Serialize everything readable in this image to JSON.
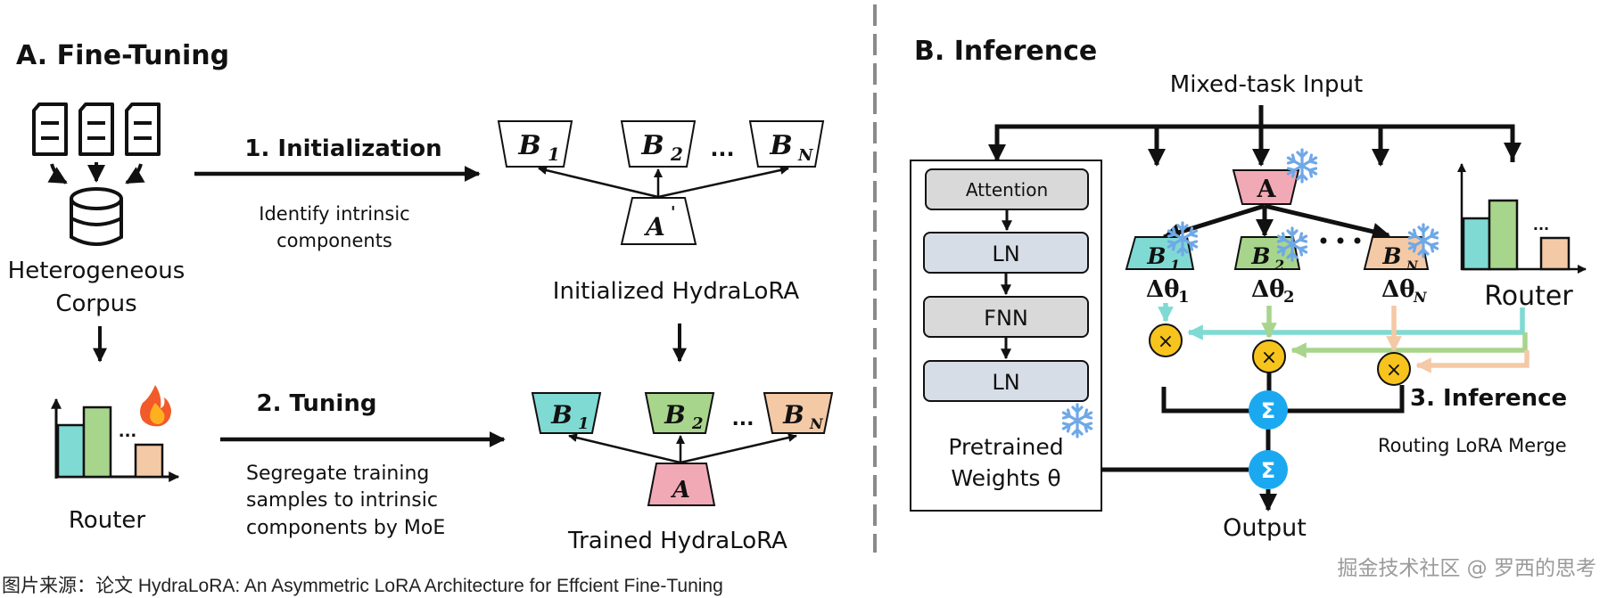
{
  "panel_a": {
    "title": "A. Fine-Tuning",
    "corpus_label_line1": "Heterogeneous",
    "corpus_label_line2": "Corpus",
    "router_label": "Router",
    "step1": {
      "title": "1. Initialization",
      "desc_line1": "Identify intrinsic",
      "desc_line2": "components"
    },
    "step2": {
      "title": "2. Tuning",
      "desc_line1": "Segregate training",
      "desc_line2": "samples to intrinsic",
      "desc_line3": "components by MoE"
    },
    "initialized": {
      "label": "Initialized HydraLoRA",
      "b1": "B",
      "b1_sub": "1",
      "b2": "B",
      "b2_sub": "2",
      "bn": "B",
      "bn_sub": "N",
      "ellipsis": "...",
      "a": "A",
      "a_prime": "'"
    },
    "trained": {
      "label": "Trained HydraLoRA",
      "b1": "B",
      "b1_sub": "1",
      "b2": "B",
      "b2_sub": "2",
      "bn": "B",
      "bn_sub": "N",
      "ellipsis": "...",
      "a": "A"
    },
    "router_ellipsis": "..."
  },
  "panel_b": {
    "title": "B. Inference",
    "input_label": "Mixed-task Input",
    "pretrained": {
      "attention": "Attention",
      "ln1": "LN",
      "fnn": "FNN",
      "ln2": "LN",
      "label_line1": "Pretrained",
      "label_line2": "Weights θ"
    },
    "a_label": "A",
    "b1": "B",
    "b1_sub": "1",
    "b2": "B",
    "b2_sub": "2",
    "bn": "B",
    "bn_sub": "N",
    "delta1": "Δθ",
    "delta1_sub": "1",
    "delta2": "Δθ",
    "delta2_sub": "2",
    "deltan": "Δθ",
    "deltan_sub": "N",
    "router_label": "Router",
    "router_ellipsis": "...",
    "multiply_symbol": "×",
    "sum_symbol": "Σ",
    "step3_title": "3. Inference",
    "step3_desc": "Routing LoRA Merge",
    "output_label": "Output"
  },
  "colors": {
    "teal": "#7fdad3",
    "green": "#a8d58c",
    "peach": "#f4c9a5",
    "pink": "#f2a9b6",
    "gold": "#f7c31d",
    "sigma_blue": "#1aa9f0",
    "snow": "#6fa8e6",
    "module_gray": "#d9d9d9",
    "module_blue_gray": "#d6dde6",
    "divider": "#8a8a8a"
  },
  "caption": "图片来源：论文 HydraLoRA: An Asymmetric LoRA Architecture for Effcient Fine-Tuning",
  "watermark": "掘金技术社区 @ 罗西的思考"
}
